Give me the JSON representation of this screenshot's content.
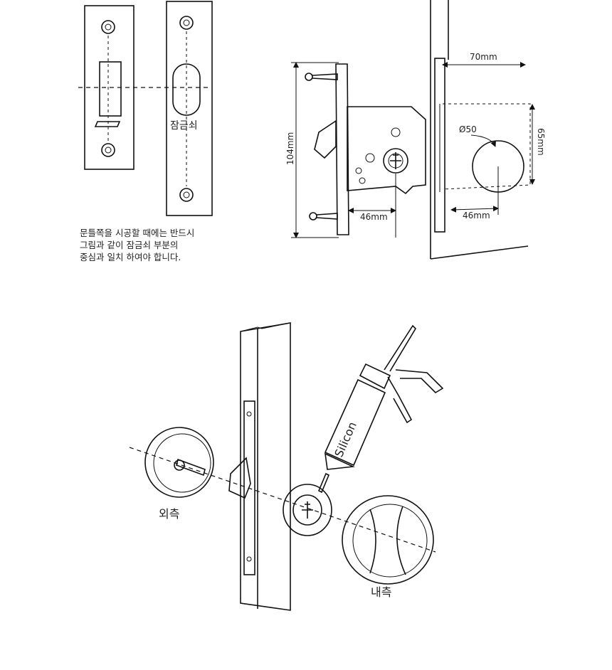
{
  "labels": {
    "latch_hole": "잠금쇠",
    "dim_height": "104mm",
    "dim_backset_left": "46mm",
    "dim_depth": "70mm",
    "dim_diameter": "Ø50",
    "dim_65": "65mm",
    "dim_backset_right": "46mm",
    "silicon": "Silicon",
    "outside": "외측",
    "inside": "내측"
  },
  "note_lines": [
    "문틀쪽을 시공할 때에는 반드시",
    "그림과 같이 잠금쇠 부분의",
    "중심과 일치 하여야 합니다."
  ]
}
